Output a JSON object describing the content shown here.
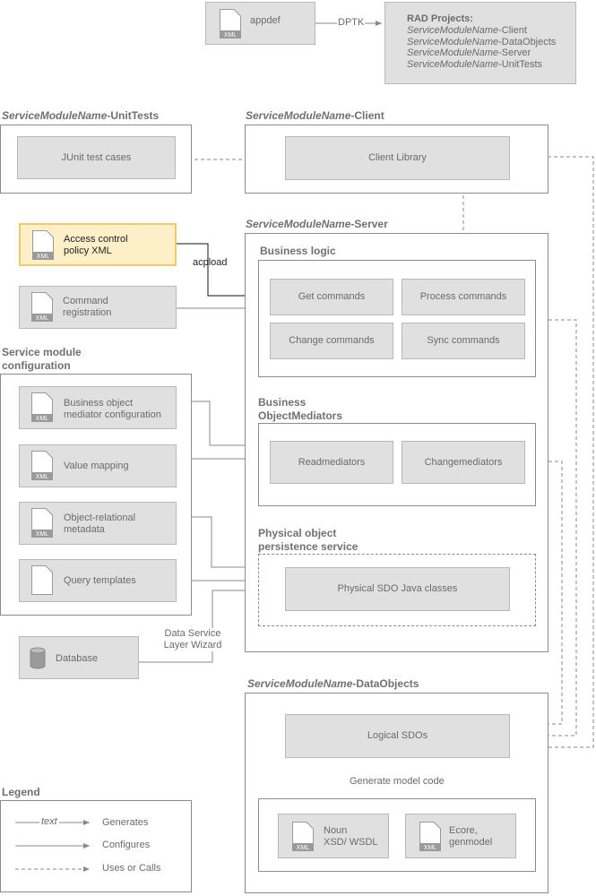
{
  "top": {
    "appdef": "appdef",
    "dptk": "DPTK",
    "rad_title": "RAD Projects:",
    "rad_items": [
      {
        "name": "ServiceModuleName",
        "suffix": "-Client"
      },
      {
        "name": "ServiceModuleName",
        "suffix": "-DataObjects"
      },
      {
        "name": "ServiceModuleName",
        "suffix": "-Server"
      },
      {
        "name": "ServiceModuleName",
        "suffix": "-UnitTests"
      }
    ]
  },
  "unittests": {
    "title_name": "ServiceModuleName",
    "title_suffix": "-UnitTests",
    "box": "JUnit test cases"
  },
  "client": {
    "title_name": "ServiceModuleName",
    "title_suffix": "-Client",
    "box": "Client Library"
  },
  "acl": {
    "line1": "Access control",
    "line2": "policy XML",
    "arrow_label": "acpload"
  },
  "cmdreg": {
    "line1": "Command",
    "line2": "registration"
  },
  "server": {
    "title_name": "ServiceModuleName",
    "title_suffix": "-Server",
    "business_logic": "Business logic",
    "get_cmd": "Get commands",
    "process_cmd": "Process commands",
    "change_cmd": "Change commands",
    "sync_cmd": "Sync commands",
    "bom_title1": "Business",
    "bom_title2": "ObjectMediators",
    "read_med1": "Read",
    "read_med2": "mediators",
    "change_med1": "Change",
    "change_med2": "mediators",
    "pops_title1": "Physical object",
    "pops_title2": "persistence service",
    "sdo_java": "Physical SDO Java classes"
  },
  "svcconf": {
    "title1": "Service module",
    "title2": "configuration",
    "bomc1": "Business object",
    "bomc2": "mediator configuration",
    "value_mapping": "Value mapping",
    "orm1": "Object-relational",
    "orm2": "metadata",
    "query_templates": "Query templates"
  },
  "database": {
    "label": "Database",
    "wizard1": "Data Service",
    "wizard2": "Layer Wizard"
  },
  "dataobjects": {
    "title_name": "ServiceModuleName",
    "title_suffix": "-DataObjects",
    "logical": "Logical SDOs",
    "gen_label": "Generate model code",
    "noun1": "Noun",
    "noun2": "XSD/ WSDL",
    "ecore1": "Ecore,",
    "ecore2": "genmodel"
  },
  "legend": {
    "title": "Legend",
    "sample_text": "text",
    "generates": "Generates",
    "configures": "Configures",
    "uses": "Uses or Calls"
  },
  "xml_tag": "XML",
  "colors": {
    "panel_border": "#8c8c8c",
    "box_fill": "#e0e0e0",
    "highlight_fill": "#fdf0c8",
    "highlight_border": "#f2c86a"
  }
}
